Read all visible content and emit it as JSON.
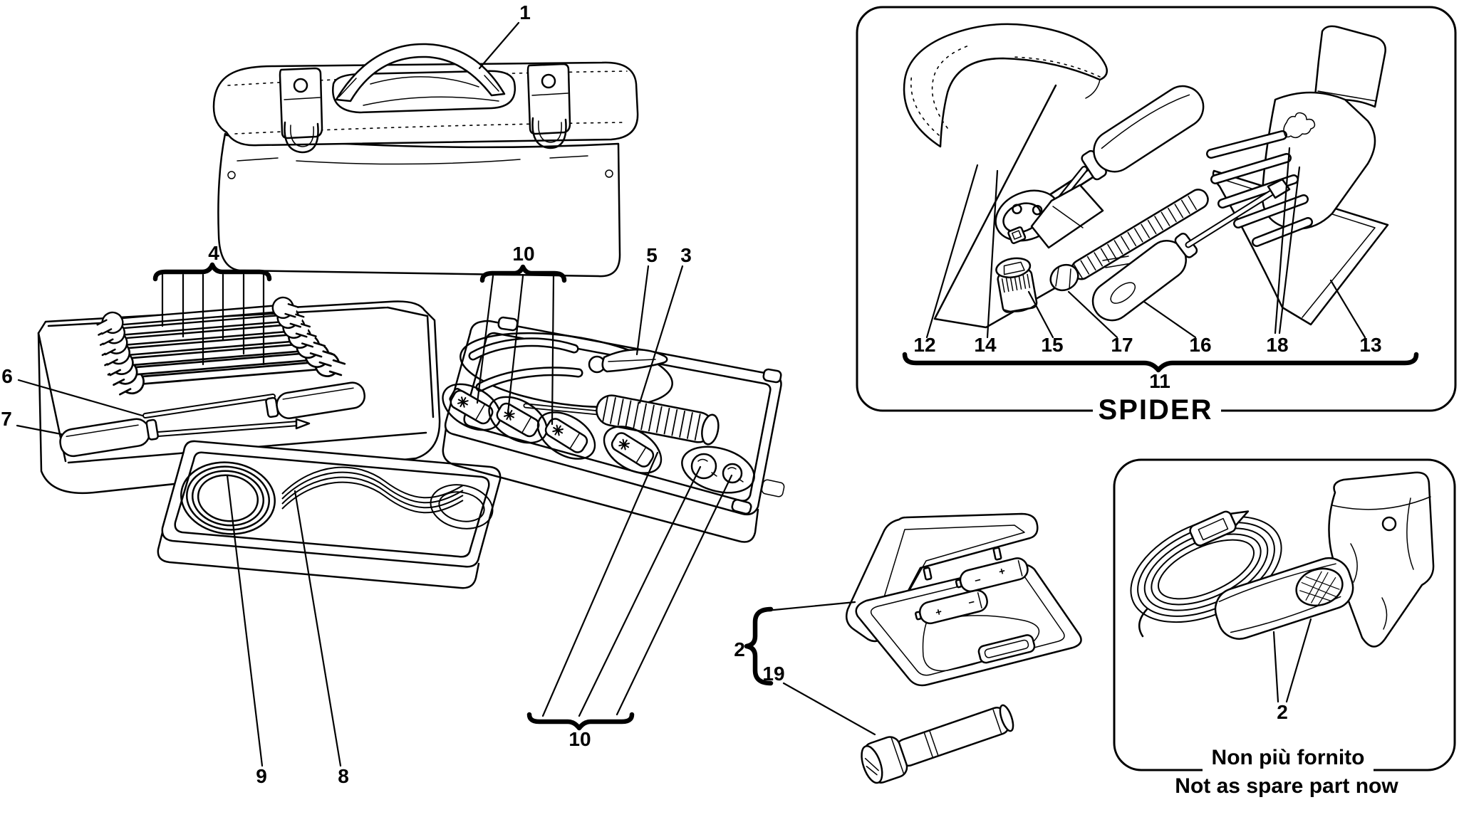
{
  "colors": {
    "ink": "#000000",
    "paper": "#ffffff"
  },
  "panels": {
    "spider_caption": "SPIDER",
    "note_it": "Non più fornito",
    "note_en": "Not as spare part now"
  },
  "callouts": {
    "bag": "1",
    "wrench_set": "4",
    "tool6": "6",
    "tool7": "7",
    "belt9": "9",
    "belt8": "8",
    "sockets_top": "10",
    "pliers5": "5",
    "tool3": "3",
    "sockets_bottom": "10",
    "case2": "2",
    "flashlight19": "19",
    "group11": "11",
    "armrest12": "12",
    "ratchet14": "14",
    "socket15": "15",
    "bolt17": "17",
    "driver16": "16",
    "gloves18": "18",
    "folder13": "13",
    "lamp2": "2"
  },
  "battery_marks": {
    "b1_plus": "+",
    "b1_minus": "−",
    "b2_minus": "−",
    "b2_plus": "+"
  }
}
